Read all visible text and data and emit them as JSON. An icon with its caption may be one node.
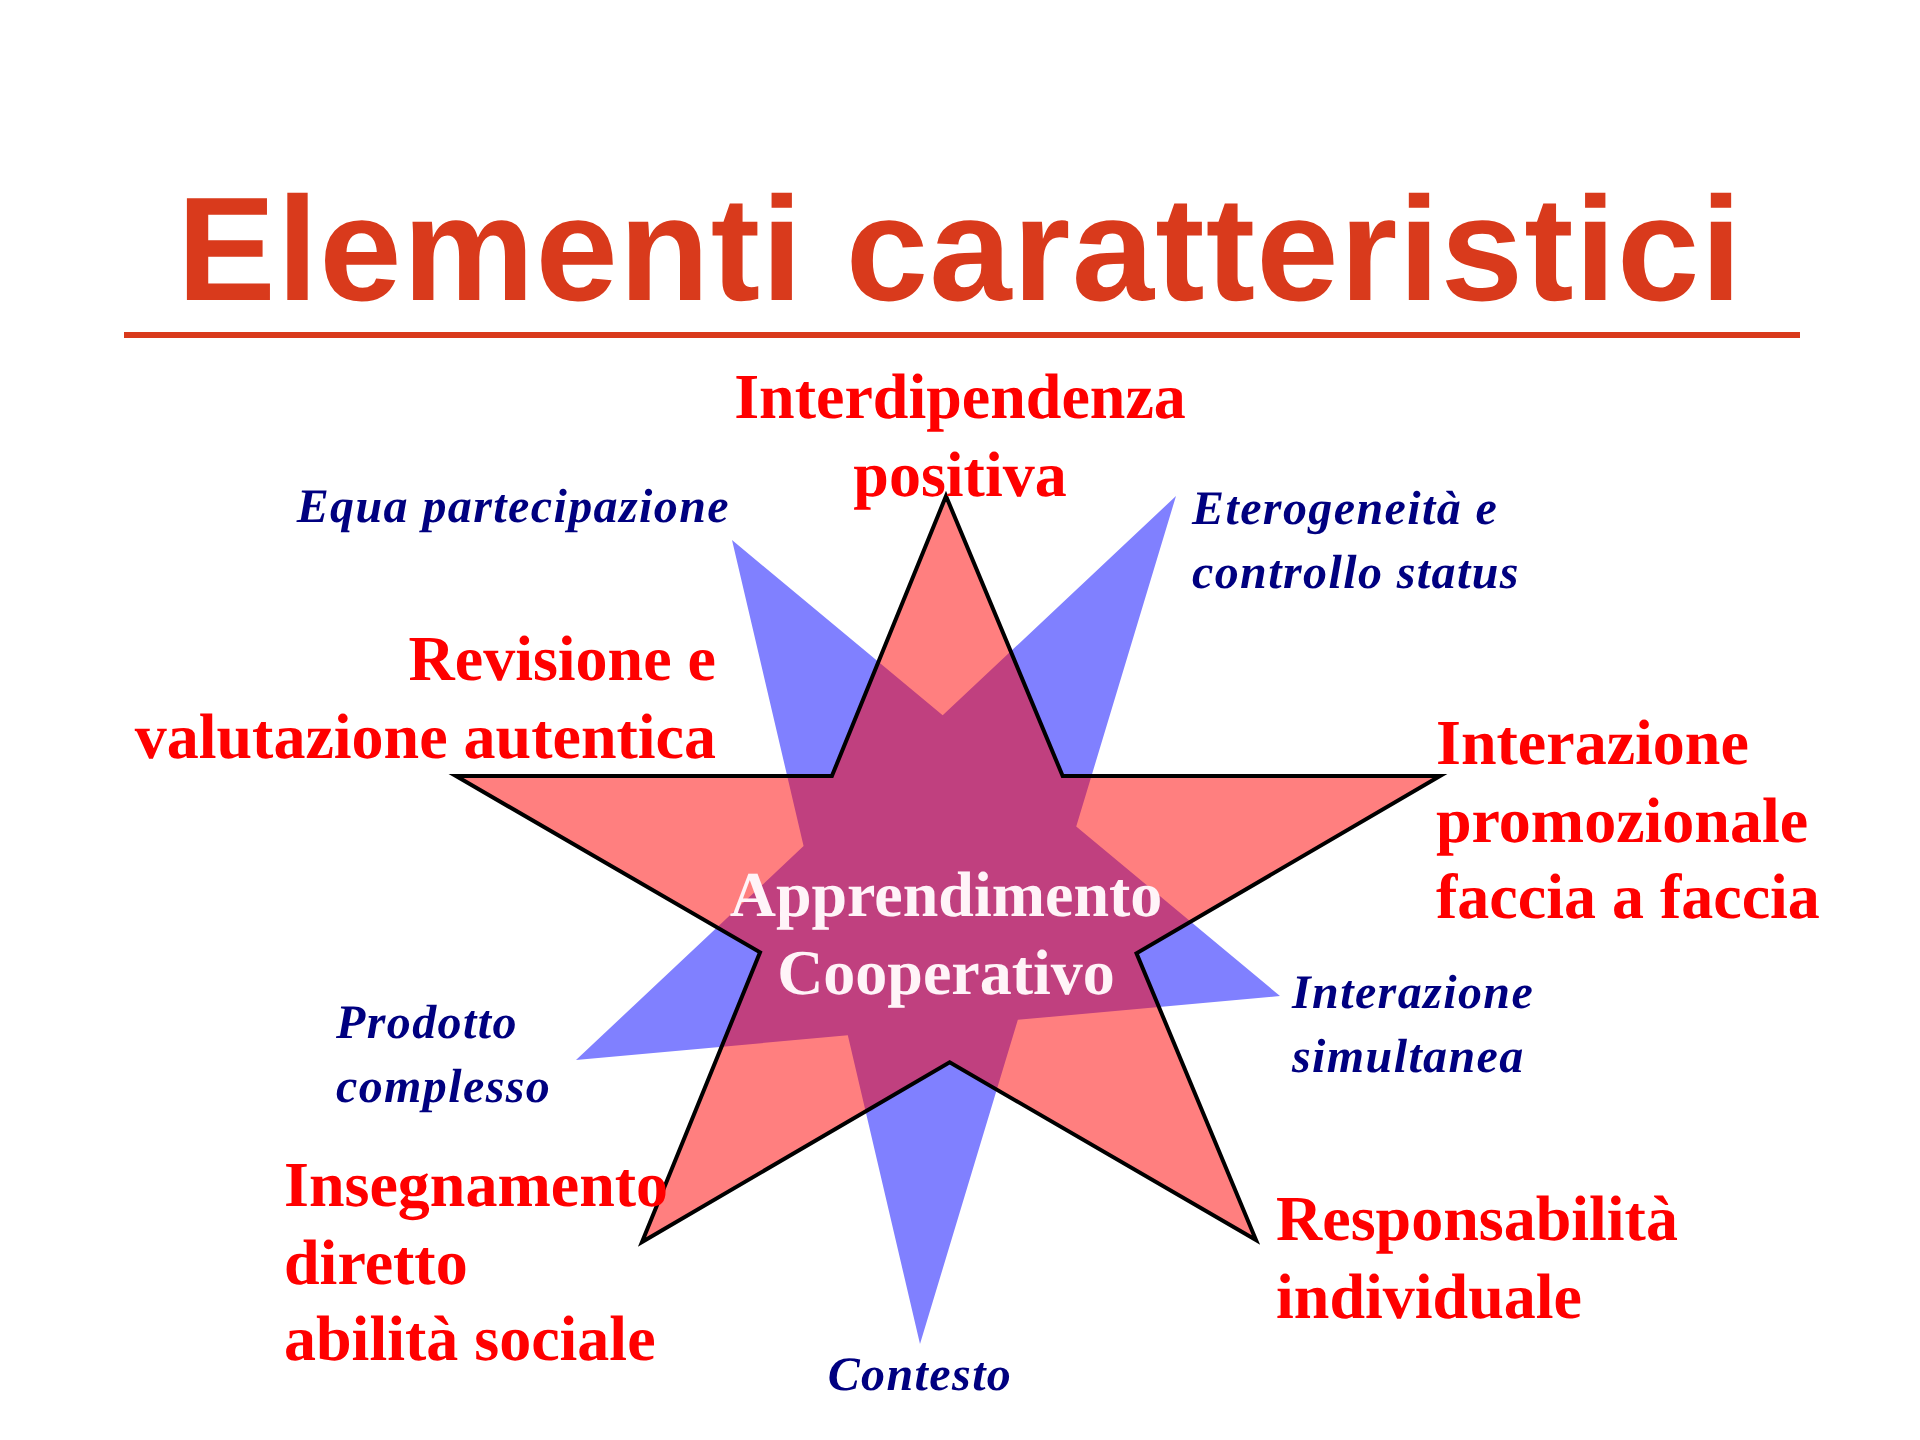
{
  "diagram": {
    "title": "Elementi caratteristici",
    "nodes": [
      {
        "text": [
          "Apprendimento Cooperativo"
        ]
      }
    ],
    "labels": [
      "Interdipendenza positiva",
      "Equa partecipazione",
      "Eterogeneità e controllo status",
      "Revisione e valutazione autentica",
      "Interazione promozionale faccia a faccia",
      "Prodotto complesso",
      "Interazione simultanea",
      "Insegnamento diretto abilità sociale",
      "Responsabilità individuale",
      "Contesto"
    ]
  }
}
